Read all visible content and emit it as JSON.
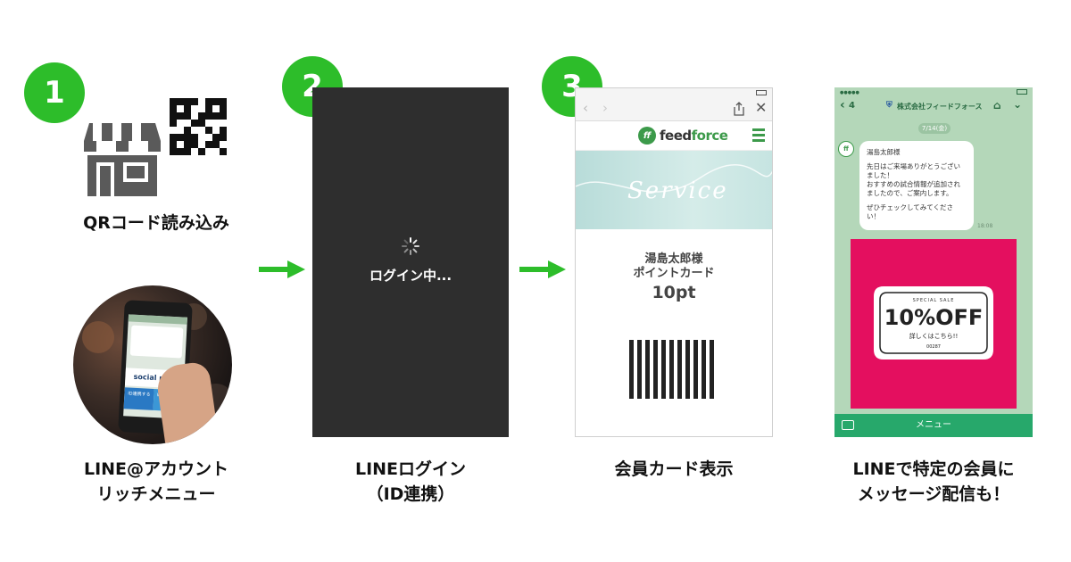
{
  "steps": [
    {
      "number": "1"
    },
    {
      "number": "2"
    },
    {
      "number": "3"
    }
  ],
  "captions": {
    "qr": "QRコード読み込み",
    "rich_menu_line1": "LINE@アカウント",
    "rich_menu_line2": "リッチメニュー",
    "line_login_line1": "LINEログイン",
    "line_login_line2": "（ID連携）",
    "card_display": "会員カード表示",
    "message_line1": "LINEで特定の会員に",
    "message_line2": "メッセージ配信も！"
  },
  "login_screen": {
    "status": "ログイン中..."
  },
  "card_screen": {
    "brand_prefix": "feed",
    "brand_suffix": "force",
    "banner_text": "Service",
    "member_name": "湯島太郎様",
    "card_title": "ポイントカード",
    "points": "10pt"
  },
  "chat_screen": {
    "back_label": "4",
    "account_name": "株式会社フィードフォース",
    "date": "7/14(金)",
    "message_greeting": "湯島太郎様",
    "message_body_1": "先日はご来場ありがとうございました！",
    "message_body_2": "おすすめの試合情報が追加されましたので、ご案内します。",
    "message_body_3": "ぜひチェックしてみてください！",
    "time": "18:08",
    "sale_heading": "SPECIAL SALE",
    "sale_discount": "10%OFF",
    "sale_sub": "詳しくはこちら!!",
    "sale_code": "00287",
    "menu_label": "メニュー"
  },
  "photo": {
    "phone_brand": "social plus",
    "btn_left": "ID連携する",
    "btn_right": "WEBサイト"
  },
  "colors": {
    "accent_green": "#2dbd2a",
    "arrow_green": "#2dbd2a",
    "line_green": "#27a86b",
    "sale_pink": "#e40f5f",
    "login_bg": "#2e2e2e"
  }
}
